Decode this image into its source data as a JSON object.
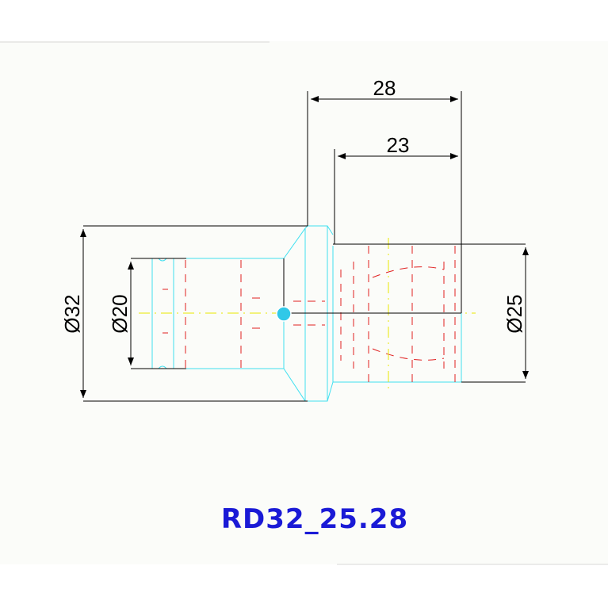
{
  "drawing": {
    "dimensions": {
      "length_total": "28",
      "length_bore": "23",
      "diameter_outer": "Ø32",
      "diameter_inner": "Ø20",
      "diameter_shank": "Ø25"
    },
    "part_code": "RD32_25.28"
  },
  "colors": {
    "outline": "#000000",
    "hidden_lines": "#e02020",
    "construction": "#40e0f0",
    "centerline": "#e8e800",
    "text": "#1a1ad6",
    "background": "#fbfcf9"
  }
}
